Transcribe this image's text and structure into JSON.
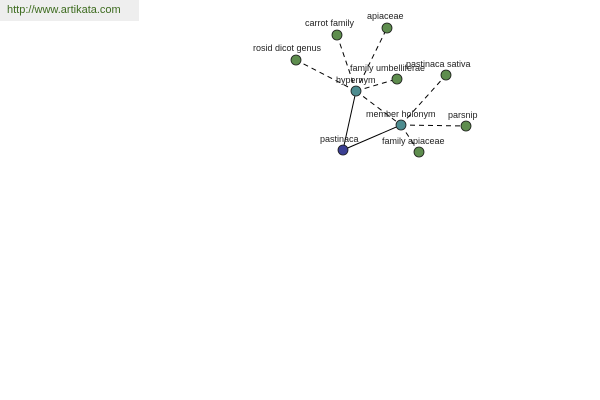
{
  "header": {
    "url": "http://www.artikata.com"
  },
  "colors": {
    "leaf_node": "#5e8d4e",
    "hub_node": "#4d8c8f",
    "root_node": "#3b3f93",
    "url_text": "#3d6b1f"
  },
  "graph": {
    "nodes": [
      {
        "id": "pastinaca",
        "label": "pastinaca",
        "kind": "root"
      },
      {
        "id": "hypernym",
        "label": "hypernym",
        "kind": "hub"
      },
      {
        "id": "member_holonym",
        "label": "member holonym",
        "kind": "hub"
      },
      {
        "id": "carrot_family",
        "label": "carrot family",
        "kind": "leaf"
      },
      {
        "id": "apiaceae",
        "label": "apiaceae",
        "kind": "leaf"
      },
      {
        "id": "rosid_dicot_genus",
        "label": "rosid dicot genus",
        "kind": "leaf"
      },
      {
        "id": "family_umbelliferae",
        "label": "family umbelliferae",
        "kind": "leaf"
      },
      {
        "id": "pastinaca_sativa",
        "label": "pastinaca sativa",
        "kind": "leaf"
      },
      {
        "id": "parsnip",
        "label": "parsnip",
        "kind": "leaf"
      },
      {
        "id": "family_apiaceae",
        "label": "family apiaceae",
        "kind": "leaf"
      }
    ],
    "edges": [
      {
        "from": "pastinaca",
        "to": "hypernym",
        "style": "solid"
      },
      {
        "from": "pastinaca",
        "to": "member_holonym",
        "style": "solid"
      },
      {
        "from": "hypernym",
        "to": "carrot_family",
        "style": "dashed"
      },
      {
        "from": "hypernym",
        "to": "apiaceae",
        "style": "dashed"
      },
      {
        "from": "hypernym",
        "to": "rosid_dicot_genus",
        "style": "dashed"
      },
      {
        "from": "hypernym",
        "to": "family_umbelliferae",
        "style": "dashed"
      },
      {
        "from": "hypernym",
        "to": "member_holonym",
        "style": "dashed"
      },
      {
        "from": "member_holonym",
        "to": "pastinaca_sativa",
        "style": "dashed"
      },
      {
        "from": "member_holonym",
        "to": "parsnip",
        "style": "dashed"
      },
      {
        "from": "member_holonym",
        "to": "family_apiaceae",
        "style": "dashed"
      }
    ]
  }
}
